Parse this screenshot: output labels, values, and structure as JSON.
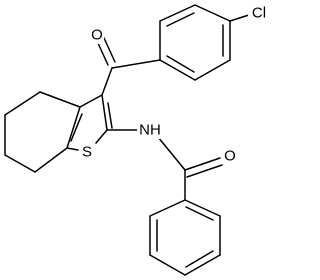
{
  "atoms": {
    "chlorine": "Cl",
    "ketone_oxygen": "O",
    "sulfur": "S",
    "amide_nitrogen": "NH",
    "amide_oxygen": "O"
  },
  "colors": {
    "bond": "#000000",
    "background": "#ffffff"
  }
}
